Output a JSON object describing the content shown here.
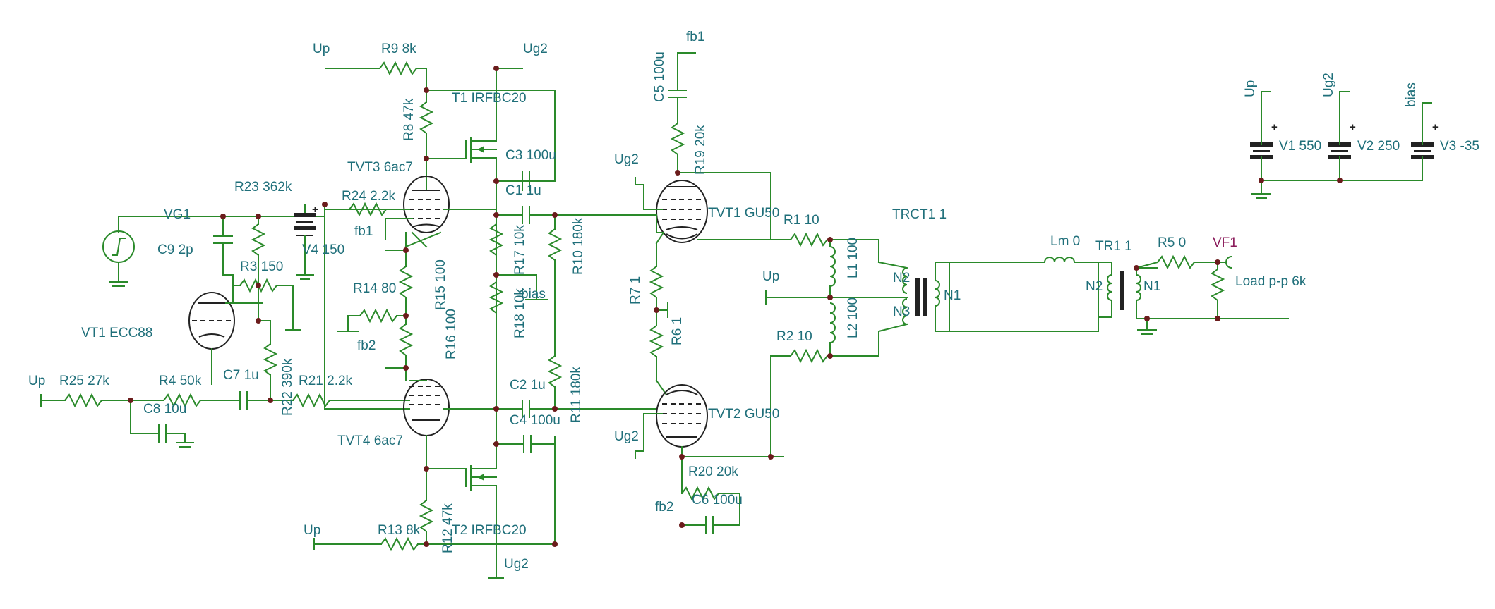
{
  "labels": {
    "up_r9": "Up",
    "r9": "R9 8k",
    "ug2_top": "Ug2",
    "t1": "T1 IRFBC20",
    "r8": "R8 47k",
    "tvt3": "TVT3 6ac7",
    "c3": "C3 100u",
    "r23": "R23 362k",
    "r24": "R24 2.2k",
    "c1": "C1 1u",
    "vg1": "VG1",
    "fb1_l": "fb1",
    "v4": "V4 150",
    "c9": "C9 2p",
    "r3": "R3 150",
    "r14": "R14 80",
    "r15": "R15 100",
    "r16": "R16 100",
    "r17": "R17 10k",
    "r18": "R18 10k",
    "bias_mid": "bias",
    "r10": "R10 180k",
    "vt1": "VT1 ECC88",
    "fb2_l": "fb2",
    "up_r25": "Up",
    "r25": "R25 27k",
    "r4": "R4 50k",
    "c7": "C7 1u",
    "r22": "R22 390k",
    "r21": "R21 2.2k",
    "c8": "C8 10u",
    "tvt4": "TVT4 6ac7",
    "c2": "C2 1u",
    "c4": "C4 100u",
    "r11": "R11 180k",
    "up_r13": "Up",
    "r13": "R13 8k",
    "r12": "R12 47k",
    "t2": "T2 IRFBC20",
    "ug2_bot": "Ug2",
    "c5": "C5 100u",
    "fb1_top": "fb1",
    "ug2_tvt1": "Ug2",
    "r19": "R19 20k",
    "tvt1": "TVT1 GU50",
    "r1": "R1 10",
    "r7": "R7 1",
    "r6": "R6 1",
    "r2": "R2 10",
    "tvt2": "TVT2 GU50",
    "ug2_tvt2": "Ug2",
    "r20": "R20 20k",
    "fb2_c6": "fb2",
    "c6": "C6 100u",
    "up_ct": "Up",
    "l1": "L1 100",
    "l2": "L2 100",
    "trct1": "TRCT1 1",
    "n2a": "N2",
    "n3a": "N3",
    "n1a": "N1",
    "lm": "Lm 0",
    "tr1": "TR1 1",
    "n2b": "N2",
    "n1b": "N1",
    "r5": "R5 0",
    "vf1": "VF1",
    "load": "Load p-p 6k",
    "v1_up": "Up",
    "v2_ug2": "Ug2",
    "v3_bias": "bias",
    "v1": "V1 550",
    "v2": "V2 250",
    "v3": "V3 -35"
  },
  "colors": {
    "wire": "#2a8a2a",
    "label": "#1f6f7a",
    "probe": "#8a1a5a",
    "junction": "#6b1c1c"
  }
}
